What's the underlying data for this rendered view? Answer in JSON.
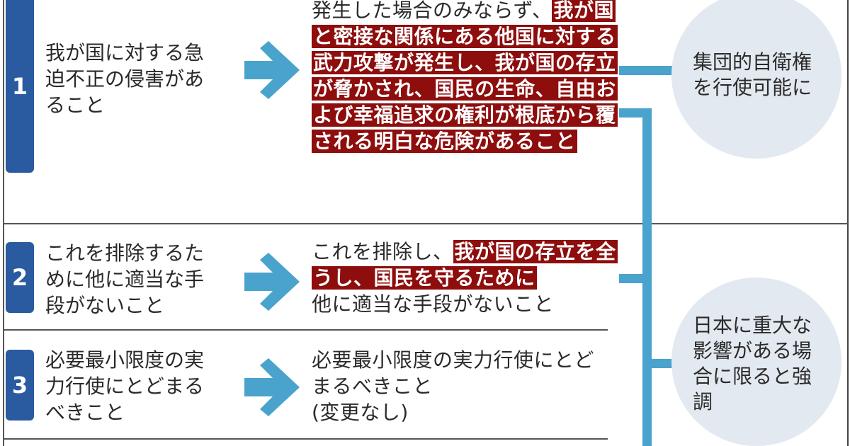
{
  "colors": {
    "badge_blue": "#2a5aa0",
    "arrow_blue": "#4aa3cc",
    "highlight_red": "#8e0d0d",
    "circle_fill": "#e3e9f0",
    "rule": "#555555"
  },
  "rows": [
    {
      "number": "1",
      "old_condition": "我が国に対する急迫不正の侵害があること",
      "old_lines": [
        "我が国に対する急",
        "迫不正の侵害があ",
        "ること"
      ],
      "new_plain_prefix": "発生した場合のみならず、",
      "new_highlight": "我が国と密接な関係にある他国に対する武力攻撃が発生し、我が国の存立が脅かされ、国民の生命、自由および幸福追求の権利が根底から覆される明白な危険があること",
      "new_plain_suffix": ""
    },
    {
      "number": "2",
      "old_condition": "これを排除するために他に適当な手段がないこと",
      "old_lines": [
        "これを排除するた",
        "めに他に適当な手",
        "段がないこと"
      ],
      "new_plain_prefix": "これを排除し、",
      "new_highlight": "我が国の存立を全うし、国民を守るために",
      "new_plain_suffix": "他に適当な手段がないこと"
    },
    {
      "number": "3",
      "old_condition": "必要最小限度の実力行使にとどまるべきこと",
      "old_lines": [
        "必要最小限度の実",
        "力行使にとどまる",
        "べきこと"
      ],
      "new_plain_prefix": "必要最小限度の実力行使にとどまるべきこと",
      "new_highlight": "",
      "new_plain_suffix": "(変更なし)"
    }
  ],
  "callouts": [
    {
      "text": "集団的自衛権を行使可能に",
      "lines": [
        "集団的自衛権",
        "を行使可能に"
      ]
    },
    {
      "text": "日本に重大な影響がある場合に限ると強調",
      "lines": [
        "日本に重大な",
        "影響がある場",
        "合に限ると強",
        "調"
      ]
    }
  ]
}
